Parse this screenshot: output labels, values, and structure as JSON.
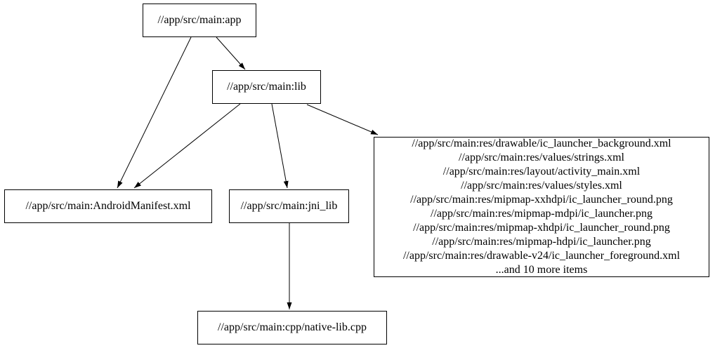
{
  "diagram": {
    "type": "dependency-graph",
    "background_color": "#ffffff",
    "node_border_color": "#000000",
    "edge_color": "#000000",
    "nodes": {
      "app": {
        "label": "//app/src/main:app"
      },
      "lib": {
        "label": "//app/src/main:lib"
      },
      "manifest": {
        "label": "//app/src/main:AndroidManifest.xml"
      },
      "jni_lib": {
        "label": "//app/src/main:jni_lib"
      },
      "native_cpp": {
        "label": "//app/src/main:cpp/native-lib.cpp"
      },
      "res": {
        "lines": [
          "//app/src/main:res/drawable/ic_launcher_background.xml",
          "//app/src/main:res/values/strings.xml",
          "//app/src/main:res/layout/activity_main.xml",
          "//app/src/main:res/values/styles.xml",
          "//app/src/main:res/mipmap-xxhdpi/ic_launcher_round.png",
          "//app/src/main:res/mipmap-mdpi/ic_launcher.png",
          "//app/src/main:res/mipmap-xhdpi/ic_launcher_round.png",
          "//app/src/main:res/mipmap-hdpi/ic_launcher.png",
          "//app/src/main:res/drawable-v24/ic_launcher_foreground.xml",
          "...and 10 more items"
        ]
      }
    },
    "edges": [
      {
        "from": "app",
        "to": "lib"
      },
      {
        "from": "app",
        "to": "manifest"
      },
      {
        "from": "lib",
        "to": "manifest"
      },
      {
        "from": "lib",
        "to": "jni_lib"
      },
      {
        "from": "lib",
        "to": "res"
      },
      {
        "from": "jni_lib",
        "to": "native_cpp"
      }
    ]
  }
}
